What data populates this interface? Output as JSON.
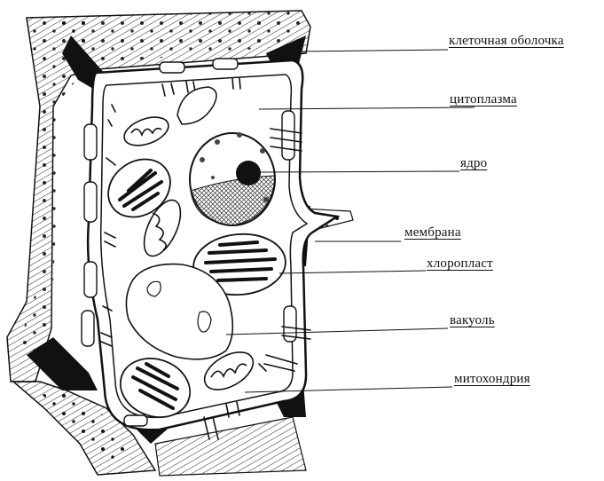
{
  "labels": {
    "cell_wall": "клеточная  оболочка",
    "cytoplasm": "цитоплазма",
    "nucleus": "ядро",
    "membrane": "мембрана",
    "chloroplast": "хлоропласт",
    "vacuole": "вакуоль",
    "mitochondrion": "митохондрия"
  }
}
